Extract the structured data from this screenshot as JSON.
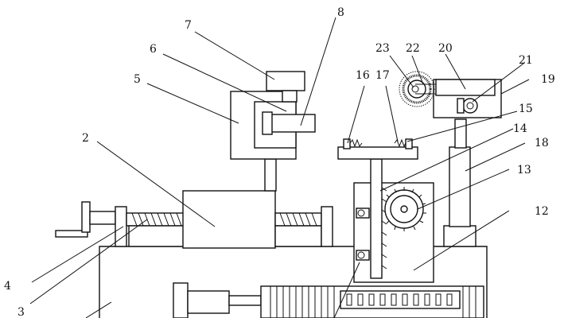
{
  "figure": {
    "labels": [
      "2",
      "3",
      "4",
      "5",
      "6",
      "7",
      "8",
      "12",
      "13",
      "14",
      "15",
      "16",
      "17",
      "18",
      "19",
      "20",
      "21",
      "22",
      "23"
    ]
  }
}
